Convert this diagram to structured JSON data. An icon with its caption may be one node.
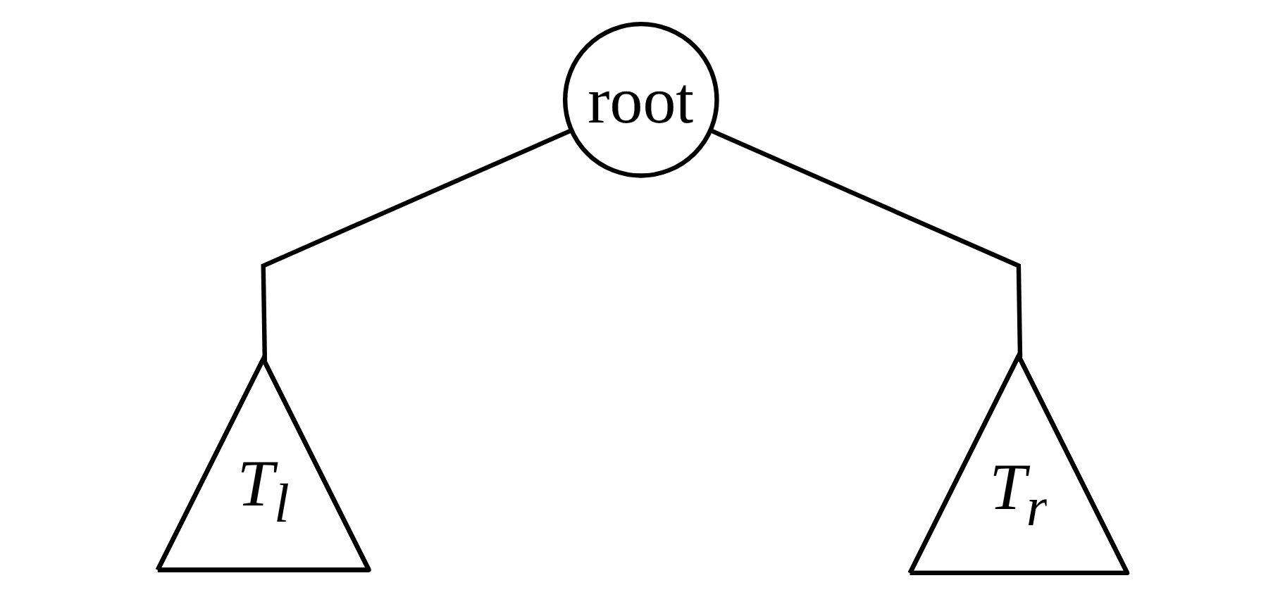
{
  "diagram": {
    "nodes": [
      {
        "text": [
          "root"
        ]
      },
      {
        "text": [
          "T$_{l}$"
        ]
      },
      {
        "text": [
          "T$_{r}$"
        ]
      }
    ],
    "edges": [
      {
        "from": 0,
        "to": 1,
        "arrow": "none"
      },
      {
        "from": 0,
        "to": 2,
        "arrow": "none"
      }
    ]
  }
}
